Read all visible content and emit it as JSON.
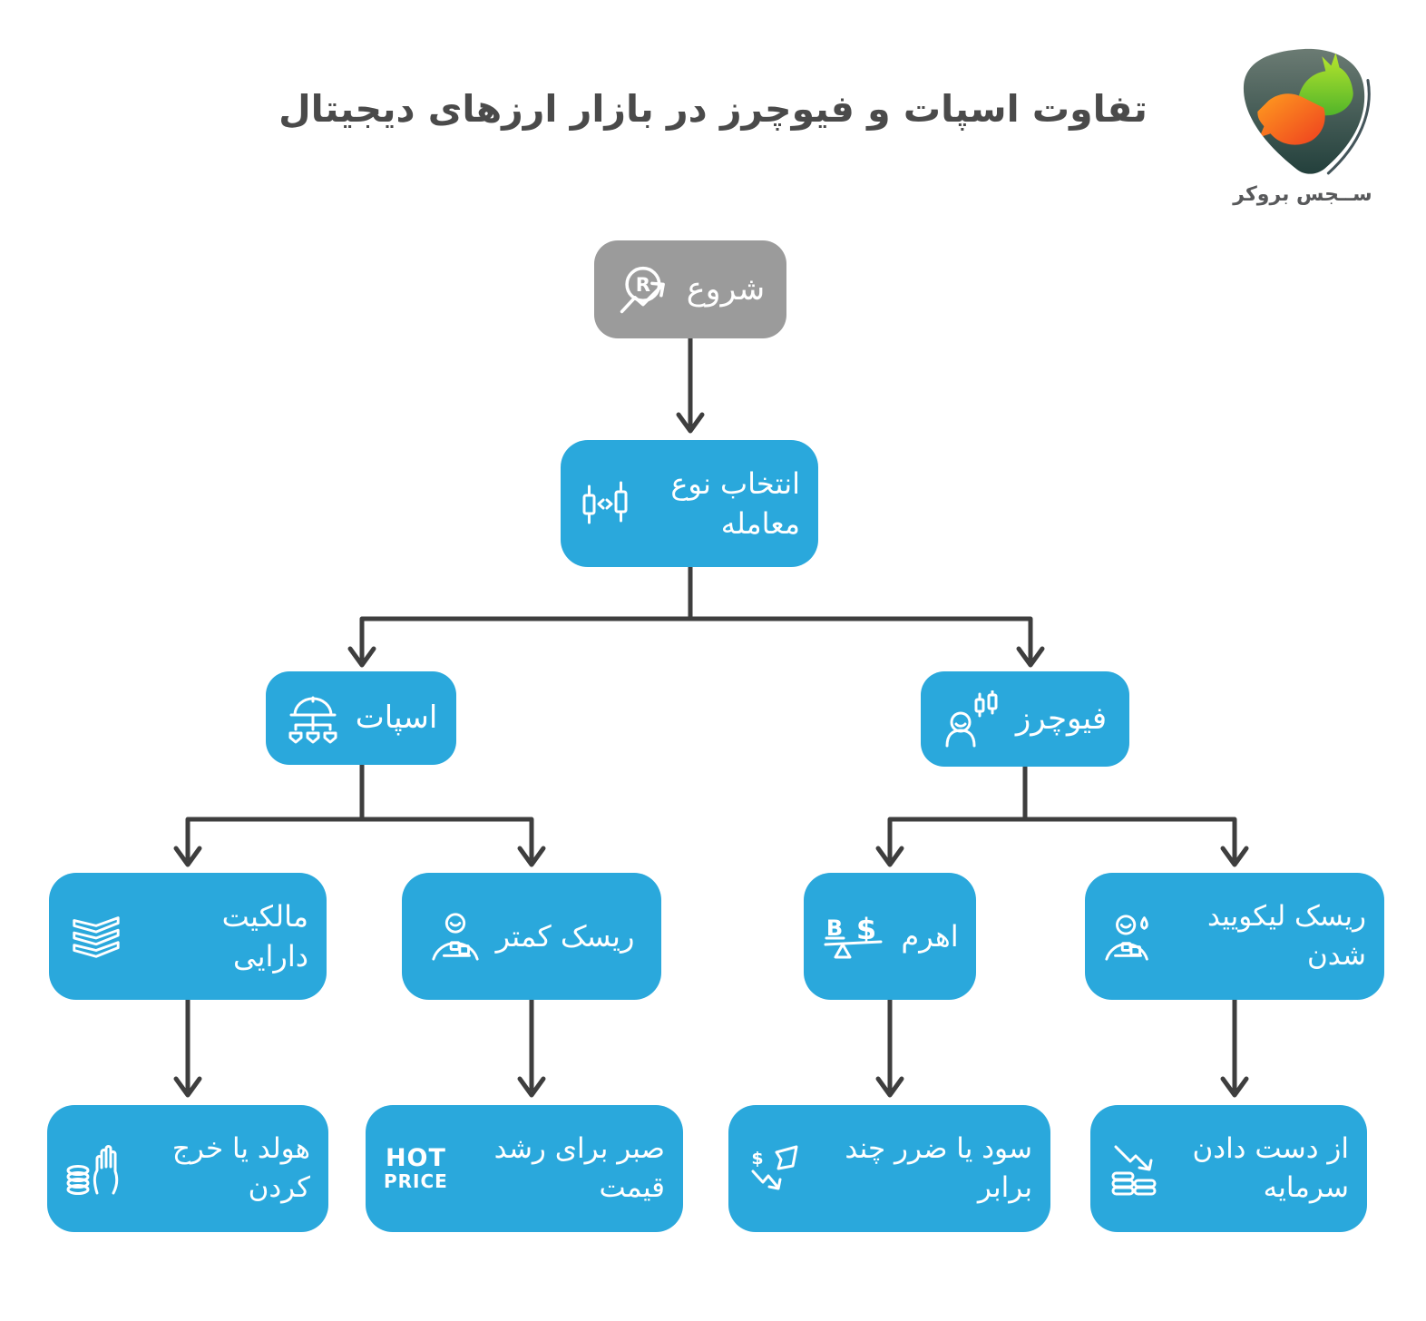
{
  "title": "تفاوت اسپات و فیوچرز در بازار ارزهای دیجیتال",
  "logo": {
    "brand_name": "ســجس بروکر",
    "shield_color_top": "#66776f",
    "shield_color_bottom": "#23403c",
    "bull_color": "#8BD827",
    "bear_color": "#F05A22"
  },
  "colors": {
    "node_blue": "#2AA8DC",
    "node_gray": "#9B9B9B",
    "connector": "#3E3E3E",
    "title_text": "#4A4A4A",
    "node_text": "#FFFFFF",
    "background": "#FFFFFF"
  },
  "nodes": {
    "start": {
      "label": "شروع",
      "icon": "rate-trend-icon",
      "icon_letter": "R"
    },
    "choose": {
      "label": "انتخاب نوع معامله",
      "icon": "candlestick-compare-icon"
    },
    "spot": {
      "label": "اسپات",
      "icon": "auction-network-icon"
    },
    "futures": {
      "label": "فیوچرز",
      "icon": "trader-candles-icon"
    },
    "ownership": {
      "label": "مالکیت دارایی",
      "icon": "asset-stack-icon"
    },
    "less_risk": {
      "label": "ریسک کمتر",
      "icon": "person-goods-icon"
    },
    "leverage": {
      "label": "اهرم",
      "icon": "balance-seesaw-icon",
      "icon_letter_left": "B",
      "icon_letter_right": "$"
    },
    "liquidation_risk": {
      "label": "ریسک لیکویید شدن",
      "icon": "person-droplet-icon"
    },
    "hold_or_spend": {
      "label": "هولد یا خرج کردن",
      "icon": "hand-coins-icon"
    },
    "wait_price_growth": {
      "label": "صبر برای رشد قیمت",
      "icon": "hot-price-icon",
      "icon_text_line1": "HOT",
      "icon_text_line2": "PRICE"
    },
    "profit_or_loss": {
      "label": "سود یا ضرر چند برابر",
      "icon": "dollar-swing-icon",
      "icon_letter": "$"
    },
    "lose_capital": {
      "label": "از دست دادن سرمایه",
      "icon": "coins-decline-icon"
    }
  },
  "edges": [
    {
      "from": "شروع",
      "to": "انتخاب نوع معامله"
    },
    {
      "from": "انتخاب نوع معامله",
      "to": "اسپات"
    },
    {
      "from": "انتخاب نوع معامله",
      "to": "فیوچرز"
    },
    {
      "from": "اسپات",
      "to": "مالکیت دارایی"
    },
    {
      "from": "اسپات",
      "to": "ریسک کمتر"
    },
    {
      "from": "فیوچرز",
      "to": "اهرم"
    },
    {
      "from": "فیوچرز",
      "to": "ریسک لیکویید شدن"
    },
    {
      "from": "مالکیت دارایی",
      "to": "هولد یا خرج کردن"
    },
    {
      "from": "ریسک کمتر",
      "to": "صبر برای رشد قیمت"
    },
    {
      "from": "اهرم",
      "to": "سود یا ضرر چند برابر"
    },
    {
      "from": "ریسک لیکویید شدن",
      "to": "از دست دادن سرمایه"
    }
  ]
}
